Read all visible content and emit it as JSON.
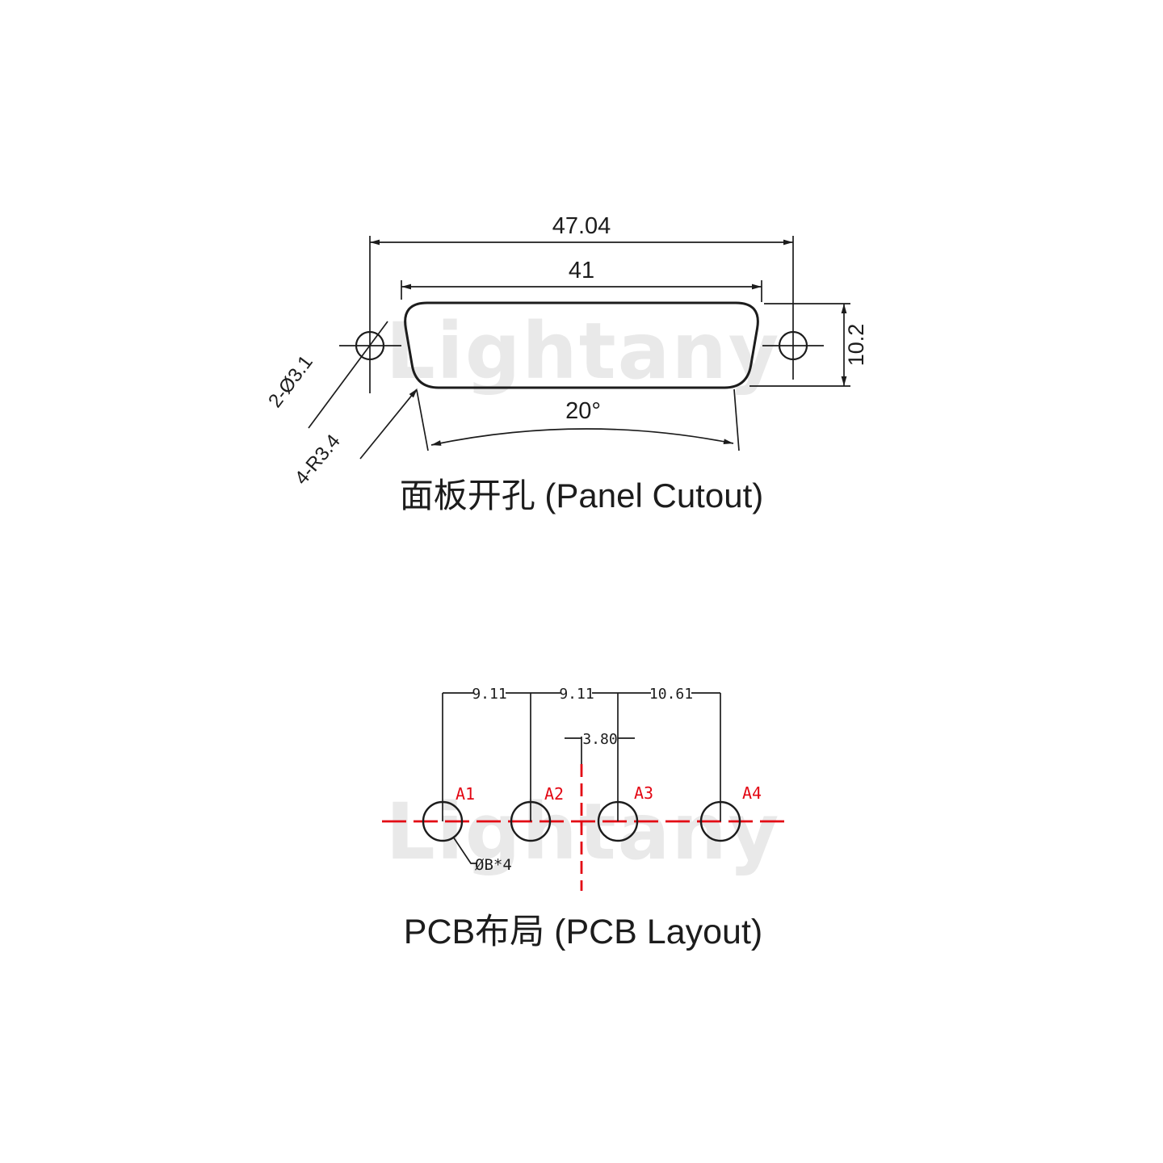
{
  "colors": {
    "line": "#1c1c1c",
    "red": "#e30613",
    "wm": "#e9e9e9",
    "bg": "#ffffff"
  },
  "watermark_text": "Lightany",
  "panel_cutout": {
    "caption": "面板开孔 (Panel Cutout)",
    "dims": {
      "outer_hole_span": "47.04",
      "cutout_width": "41",
      "cutout_height": "10.2",
      "side_angle": "20°",
      "mount_holes": "2-Ø3.1",
      "corner_radius": "4-R3.4"
    }
  },
  "pcb_layout": {
    "caption": "PCB布局 (PCB Layout)",
    "dims": {
      "pitch_a1_a2": "9.11",
      "pitch_a2_a3": "9.11",
      "pitch_a3_a4": "10.61",
      "center_offset": "3.80",
      "hole_spec": "ØB*4"
    },
    "pads": [
      {
        "label": "A1"
      },
      {
        "label": "A2"
      },
      {
        "label": "A3"
      },
      {
        "label": "A4"
      }
    ]
  }
}
